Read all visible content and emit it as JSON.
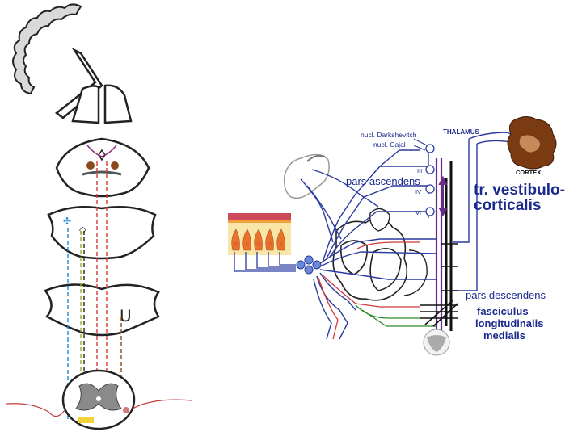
{
  "labels": {
    "nucl_darkshevitch": "nucl. Darkshevitch",
    "nucl_cajal": "nucl. Cajal",
    "thalamus": "THALAMUS",
    "cortex": "CORTEX",
    "pars_ascendens": "pars ascendens",
    "tr_vestibulo": "tr. vestibulo-",
    "corticalis": "corticalis",
    "pars_descendens": "pars descendens",
    "fasciculus": "fasciculus",
    "longitudinalis": "longitudinalis",
    "medialis": "medialis",
    "nerve_III": "III",
    "nerve_IV": "IV",
    "nerve_VI": "VI"
  },
  "colors": {
    "outline": "#222222",
    "nerve_blue": "#2a3a9e",
    "tract_purple": "#6a2a8a",
    "highlight_red": "#d23a3a",
    "tract_green": "#2a8a2a",
    "tract_dark": "#111111",
    "nucleus_brown": "#8a4a1e",
    "cortex_gray": "#8a8a8a",
    "label_blue": "#1a2a8e",
    "hair_cell_orange": "#e8722a",
    "hair_cell_yellow": "#f2d23a"
  },
  "icons": {
    "cerebellum_outline": "cortex-gyri-icon",
    "cortex_section": "brain-section-icon",
    "hair_cells": "vestibular-hair-cells-icon"
  }
}
